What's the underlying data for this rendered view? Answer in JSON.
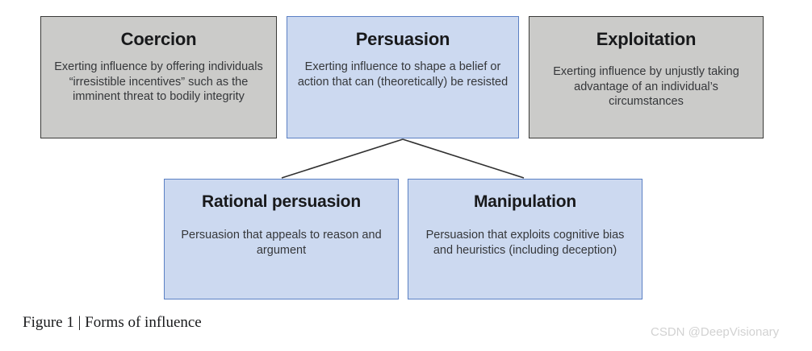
{
  "figure": {
    "caption": "Figure 1 | Forms of influence",
    "watermark": "CSDN @DeepVisionary",
    "colors": {
      "gray_fill": "#cbcbc9",
      "gray_border": "#3a3a38",
      "blue_fill": "#ccd9f0",
      "blue_border": "#5b80c4",
      "connector": "#303030",
      "title_text": "#18191b",
      "body_text": "#35373a",
      "watermark_text": "#d2d2d2",
      "background": "#ffffff"
    }
  },
  "diagram": {
    "type": "hierarchy",
    "top_row": [
      {
        "id": "coercion",
        "title": "Coercion",
        "description": "Exerting influence by offering individuals “irresistible incentives” such as the imminent threat to bodily integrity",
        "style": "gray"
      },
      {
        "id": "persuasion",
        "title": "Persuasion",
        "description": "Exerting influence to shape a belief or action that can (theoretically) be resisted",
        "style": "blue"
      },
      {
        "id": "exploitation",
        "title": "Exploitation",
        "description": "Exerting influence by unjustly taking advantage of an individual’s circumstances",
        "style": "gray"
      }
    ],
    "bottom_row": [
      {
        "id": "rational-persuasion",
        "title": "Rational persuasion",
        "description": "Persuasion that appeals to reason and argument",
        "style": "blue"
      },
      {
        "id": "manipulation",
        "title": "Manipulation",
        "description": "Persuasion that exploits cognitive bias and heuristics (including deception)",
        "style": "blue"
      }
    ],
    "connectors": [
      {
        "from": "persuasion",
        "to": "rational-persuasion"
      },
      {
        "from": "persuasion",
        "to": "manipulation"
      }
    ]
  }
}
